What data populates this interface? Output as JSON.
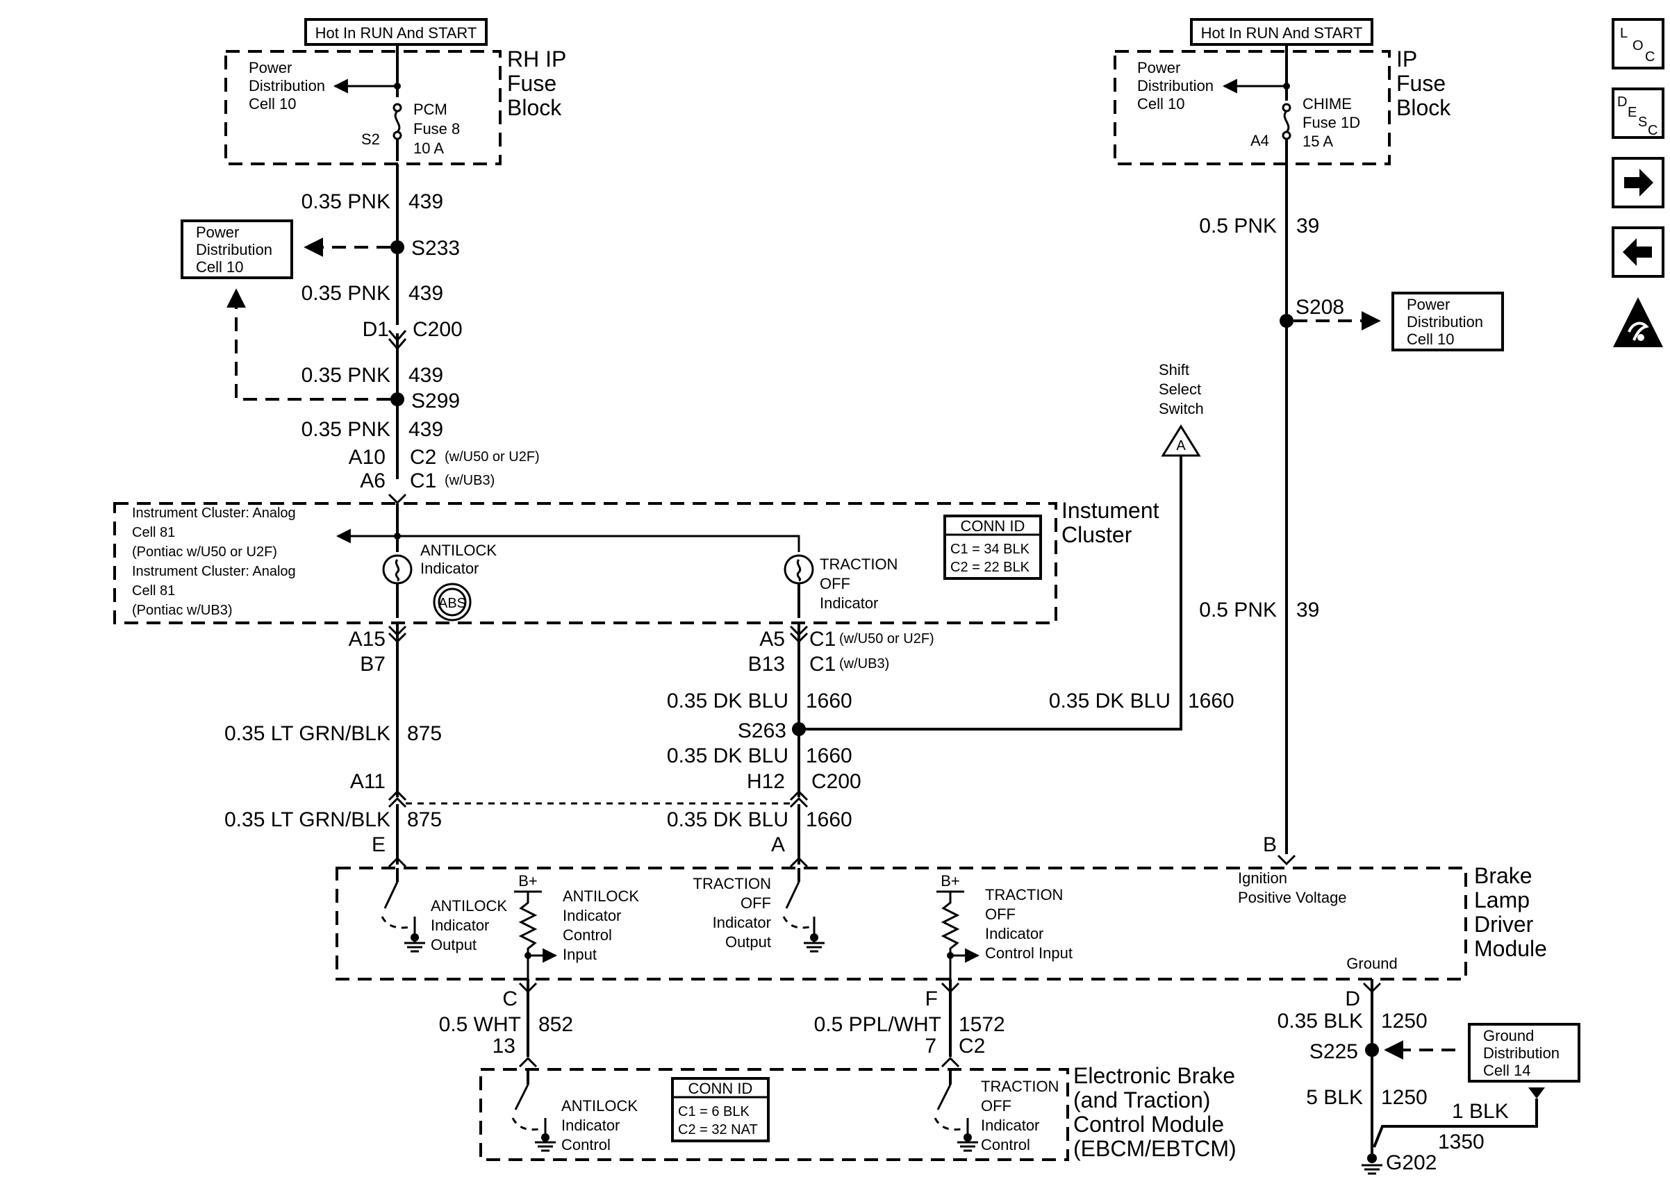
{
  "hot_labels": [
    "Hot In RUN And START",
    "Hot In RUN And START"
  ],
  "fuse_blocks": {
    "rh_ip": {
      "title": [
        "RH IP",
        "Fuse",
        "Block"
      ],
      "pd": [
        "Power",
        "Distribution",
        "Cell 10"
      ],
      "fuse": [
        "PCM",
        "Fuse 8",
        "10 A"
      ],
      "terminal": "S2"
    },
    "ip": {
      "title": [
        "IP",
        "Fuse",
        "Block"
      ],
      "pd": [
        "Power",
        "Distribution",
        "Cell 10"
      ],
      "fuse": [
        "CHIME",
        "Fuse 1D",
        "15 A"
      ],
      "terminal": "A4"
    }
  },
  "wires": {
    "pnk_035": "0.35 PNK",
    "c439": "439",
    "pnk_05": "0.5 PNK",
    "c39": "39",
    "dkblu": "0.35 DK BLU",
    "c1660": "1660",
    "ltgrn": "0.35 LT GRN/BLK",
    "c875": "875",
    "wht": "0.5 WHT",
    "c852": "852",
    "ppl": "0.5 PPL/WHT",
    "c1572": "1572",
    "blk035": "0.35 BLK",
    "c1250": "1250",
    "blk5": "5 BLK",
    "blk1": "1 BLK",
    "c1350": "1350"
  },
  "splices": {
    "s233": "S233",
    "s299": "S299",
    "s208": "S208",
    "s263": "S263",
    "s225": "S225",
    "g202": "G202"
  },
  "connectors": {
    "d1": "D1",
    "c200": "C200",
    "a10": "A10",
    "c2_u50": "C2",
    "c2_u50_note": "(w/U50 or U2F)",
    "a6": "A6",
    "c1_ub3": "C1",
    "c1_ub3_note": "(w/UB3)",
    "a15": "A15",
    "b7": "B7",
    "a5": "A5",
    "b13": "B13",
    "c1_u50": "C1",
    "c1_u50_note": "(w/U50 or U2F)",
    "c1_ub3b": "C1",
    "c1_ub3b_note": "(w/UB3)",
    "a11": "A11",
    "h12": "H12",
    "c200b": "C200",
    "pin_e": "E",
    "pin_a": "A",
    "pin_b": "B",
    "pin_c": "C",
    "pin_f": "F",
    "pin_d": "D",
    "n13": "13",
    "n7": "7",
    "c2b": "C2"
  },
  "pd_boxes": {
    "pd1": [
      "Power",
      "Distribution",
      "Cell 10"
    ],
    "pd2": [
      "Power",
      "Distribution",
      "Cell 10"
    ],
    "gd": [
      "Ground",
      "Distribution",
      "Cell 14"
    ]
  },
  "shift_select": {
    "lines": [
      "Shift",
      "Select",
      "Switch"
    ],
    "ref": "A"
  },
  "instrument_cluster": {
    "title": [
      "Instument",
      "Cluster"
    ],
    "note": [
      "Instrument Cluster:  Analog",
      "Cell 81",
      "(Pontiac w/U50 or U2F)",
      "Instrument Cluster:  Analog",
      "Cell 81",
      "(Pontiac w/UB3)"
    ],
    "antilock": [
      "ANTILOCK",
      "Indicator"
    ],
    "abs": "ABS",
    "traction": [
      "TRACTION",
      "OFF",
      "Indicator"
    ],
    "conn_id": [
      "CONN ID",
      "C1 = 34 BLK",
      "C2 = 22 BLK"
    ]
  },
  "brake_lamp": {
    "title": [
      "Brake",
      "Lamp",
      "Driver",
      "Module"
    ],
    "antilock_out": [
      "ANTILOCK",
      "Indicator",
      "Output"
    ],
    "bplus": "B+",
    "antilock_in": [
      "ANTILOCK",
      "Indicator",
      "Control",
      "Input"
    ],
    "traction_out": [
      "TRACTION",
      "OFF",
      "Indicator",
      "Output"
    ],
    "traction_in": [
      "TRACTION",
      "OFF",
      "Indicator",
      "Control Input"
    ],
    "ignition": [
      "Ignition",
      "Positive Voltage"
    ],
    "ground": "Ground"
  },
  "ebcm": {
    "title": [
      "Electronic Brake",
      "(and Traction)",
      "Control Module",
      "(EBCM/EBTCM)"
    ],
    "antilock": [
      "ANTILOCK",
      "Indicator",
      "Control"
    ],
    "traction": [
      "TRACTION",
      "OFF",
      "Indicator",
      "Control"
    ],
    "conn_id": [
      "CONN ID",
      "C1 = 6 BLK",
      "C2 = 32 NAT"
    ]
  },
  "nav_icons": [
    {
      "name": "location-icon",
      "text": "LOC"
    },
    {
      "name": "description-icon",
      "text": "DESC"
    },
    {
      "name": "next-arrow-icon"
    },
    {
      "name": "previous-arrow-icon"
    },
    {
      "name": "esd-warning-icon"
    }
  ]
}
